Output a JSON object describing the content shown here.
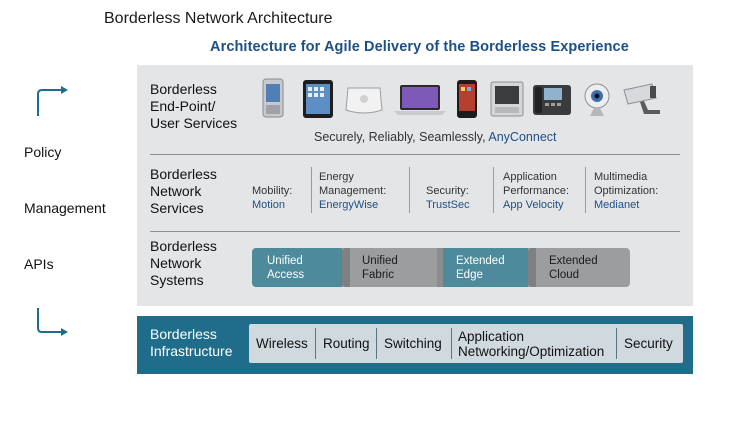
{
  "title": "Borderless Network Architecture",
  "subtitle": "Architecture for Agile Delivery of the Borderless Experience",
  "side_labels": [
    "Policy",
    "Management",
    "APIs"
  ],
  "endpoint": {
    "title_lines": [
      "Borderless",
      "End-Point/",
      "User Services"
    ],
    "devices": [
      "smartphone-icon",
      "tablet-icon",
      "access-point-icon",
      "laptop-icon",
      "touch-phone-icon",
      "video-display-icon",
      "ip-phone-icon",
      "webcam-icon",
      "security-camera-icon"
    ],
    "tagline": "Securely, Reliably, Seamlessly,",
    "tagline_accent": "AnyConnect"
  },
  "network_services": {
    "title_lines": [
      "Borderless",
      "Network",
      "Services"
    ],
    "columns": [
      {
        "label_lines": [
          "Mobility:"
        ],
        "brand": "Motion"
      },
      {
        "label_lines": [
          "Energy",
          "Management:"
        ],
        "brand": "EnergyWise"
      },
      {
        "label_lines": [
          "Security:"
        ],
        "brand": "TrustSec"
      },
      {
        "label_lines": [
          "Application",
          "Performance:"
        ],
        "brand": "App Velocity"
      },
      {
        "label_lines": [
          "Multimedia",
          "Optimization:"
        ],
        "brand": "Medianet"
      }
    ]
  },
  "network_systems": {
    "title_lines": [
      "Borderless",
      "Network",
      "Systems"
    ],
    "blocks": [
      {
        "lines": [
          "Unified",
          "Access"
        ]
      },
      {
        "lines": [
          "Unified",
          "Fabric"
        ]
      },
      {
        "lines": [
          "Extended",
          "Edge"
        ]
      },
      {
        "lines": [
          "Extended",
          "Cloud"
        ]
      }
    ]
  },
  "infrastructure": {
    "title_lines": [
      "Borderless",
      "Infrastructure"
    ],
    "items": [
      {
        "lines": [
          "Wireless"
        ]
      },
      {
        "lines": [
          "Routing"
        ]
      },
      {
        "lines": [
          "Switching"
        ]
      },
      {
        "lines": [
          "Application",
          "Networking/Optimization"
        ]
      },
      {
        "lines": [
          "Security"
        ]
      }
    ]
  },
  "colors": {
    "accent_blue": "#1d4f86",
    "panel_gray": "#e4e5e7",
    "infra_teal": "#1f6d8b",
    "system_teal": "#4d8a9c",
    "system_gray": "#9c9d9f"
  }
}
